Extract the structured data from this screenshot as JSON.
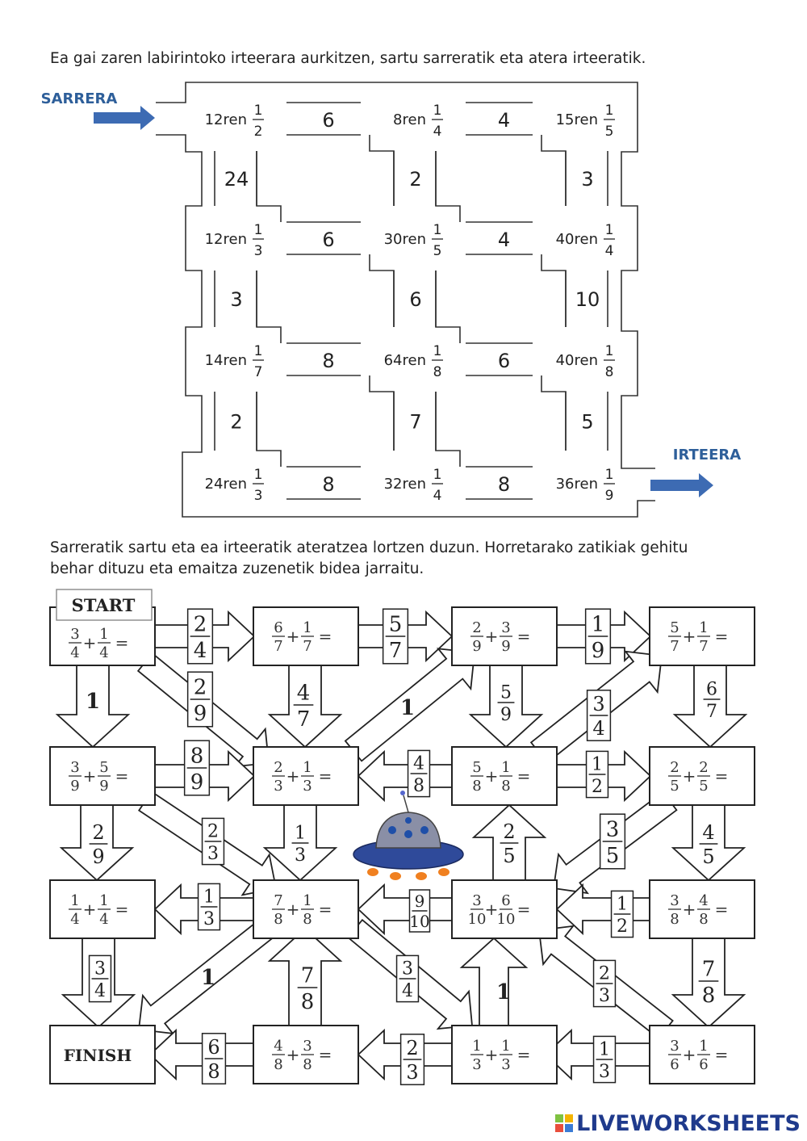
{
  "instructions": {
    "maze1": "Ea gai zaren labirintoko irteerara aurkitzen, sartu sarreratik eta atera irteeratik.",
    "maze2_line1": "Sarreratik sartu eta ea irteeratik ateratzea lortzen duzun. Horretarako zatikiak gehitu",
    "maze2_line2": "behar dituzu eta emaitza zuzenetik bidea jarraitu."
  },
  "maze1": {
    "entry_label": "SARRERA",
    "exit_label": "IRTEERA",
    "nodes": [
      [
        {
          "n": "12ren",
          "num": "1",
          "den": "2"
        },
        {
          "n": "8ren",
          "num": "1",
          "den": "4"
        },
        {
          "n": "15ren",
          "num": "1",
          "den": "5"
        }
      ],
      [
        {
          "n": "12ren",
          "num": "1",
          "den": "3"
        },
        {
          "n": "30ren",
          "num": "1",
          "den": "5"
        },
        {
          "n": "40ren",
          "num": "1",
          "den": "4"
        }
      ],
      [
        {
          "n": "14ren",
          "num": "1",
          "den": "7"
        },
        {
          "n": "64ren",
          "num": "1",
          "den": "8"
        },
        {
          "n": "40ren",
          "num": "1",
          "den": "8"
        }
      ],
      [
        {
          "n": "24ren",
          "num": "1",
          "den": "3"
        },
        {
          "n": "32ren",
          "num": "1",
          "den": "4"
        },
        {
          "n": "36ren",
          "num": "1",
          "den": "9"
        }
      ]
    ],
    "h_values": [
      [
        "6",
        "4"
      ],
      [
        "6",
        "4"
      ],
      [
        "8",
        "6"
      ],
      [
        "8",
        "8"
      ]
    ],
    "v_values": [
      [
        "24",
        "2",
        "3"
      ],
      [
        "3",
        "6",
        "10"
      ],
      [
        "2",
        "7",
        "5"
      ]
    ]
  },
  "maze2": {
    "start_label": "START",
    "finish_label": "FINISH",
    "boxes": [
      [
        {
          "a": "3",
          "b": "4",
          "c": "1",
          "d": "4"
        },
        {
          "a": "6",
          "b": "7",
          "c": "1",
          "d": "7"
        },
        {
          "a": "2",
          "b": "9",
          "c": "3",
          "d": "9"
        },
        {
          "a": "5",
          "b": "7",
          "c": "1",
          "d": "7"
        }
      ],
      [
        {
          "a": "3",
          "b": "9",
          "c": "5",
          "d": "9"
        },
        {
          "a": "2",
          "b": "3",
          "c": "1",
          "d": "3"
        },
        {
          "a": "5",
          "b": "8",
          "c": "1",
          "d": "8"
        },
        {
          "a": "2",
          "b": "5",
          "c": "2",
          "d": "5"
        }
      ],
      [
        {
          "a": "1",
          "b": "4",
          "c": "1",
          "d": "4"
        },
        {
          "a": "7",
          "b": "8",
          "c": "1",
          "d": "8"
        },
        {
          "a": "3",
          "b": "10",
          "c": "6",
          "d": "10"
        },
        {
          "a": "3",
          "b": "8",
          "c": "4",
          "d": "8"
        }
      ],
      [
        null,
        {
          "a": "4",
          "b": "8",
          "c": "3",
          "d": "8"
        },
        {
          "a": "1",
          "b": "3",
          "c": "1",
          "d": "3"
        },
        {
          "a": "3",
          "b": "6",
          "c": "1",
          "d": "6"
        }
      ]
    ],
    "arrow_values": {
      "r0a": [
        "2",
        "4"
      ],
      "r0b": [
        "5",
        "7"
      ],
      "r0c": [
        "1",
        "9"
      ],
      "d00": "1",
      "d01": [
        "4",
        "7"
      ],
      "d02": [
        "5",
        "9"
      ],
      "d03": [
        "6",
        "7"
      ],
      "g1": [
        "2",
        "9"
      ],
      "g2": "1",
      "g3": [
        "3",
        "4"
      ],
      "r1a": [
        "8",
        "9"
      ],
      "r1b": [
        "4",
        "8"
      ],
      "r1c": [
        "1",
        "2"
      ],
      "d10": [
        "2",
        "9"
      ],
      "g4": [
        "2",
        "3"
      ],
      "d11": [
        "1",
        "3"
      ],
      "u12": [
        "2",
        "5"
      ],
      "g5": [
        "3",
        "5"
      ],
      "d13": [
        "4",
        "5"
      ],
      "r2a": [
        "1",
        "3"
      ],
      "r2b": [
        "9",
        "10"
      ],
      "r2c": [
        "1",
        "2"
      ],
      "d20": [
        "3",
        "4"
      ],
      "g6": "1",
      "u21": [
        "7",
        "8"
      ],
      "g7": [
        "3",
        "4"
      ],
      "u22": "1",
      "g8": [
        "2",
        "3"
      ],
      "d23": [
        "7",
        "8"
      ],
      "r3a": [
        "6",
        "8"
      ],
      "r3b": [
        "2",
        "3"
      ],
      "r3c": [
        "1",
        "3"
      ]
    }
  },
  "footer": {
    "brand": "LIVEWORKSHEETS"
  },
  "colors": {
    "accent_blue": "#3d6bb3",
    "label_blue": "#2e5f9a",
    "brand": "#1f3a8c"
  }
}
